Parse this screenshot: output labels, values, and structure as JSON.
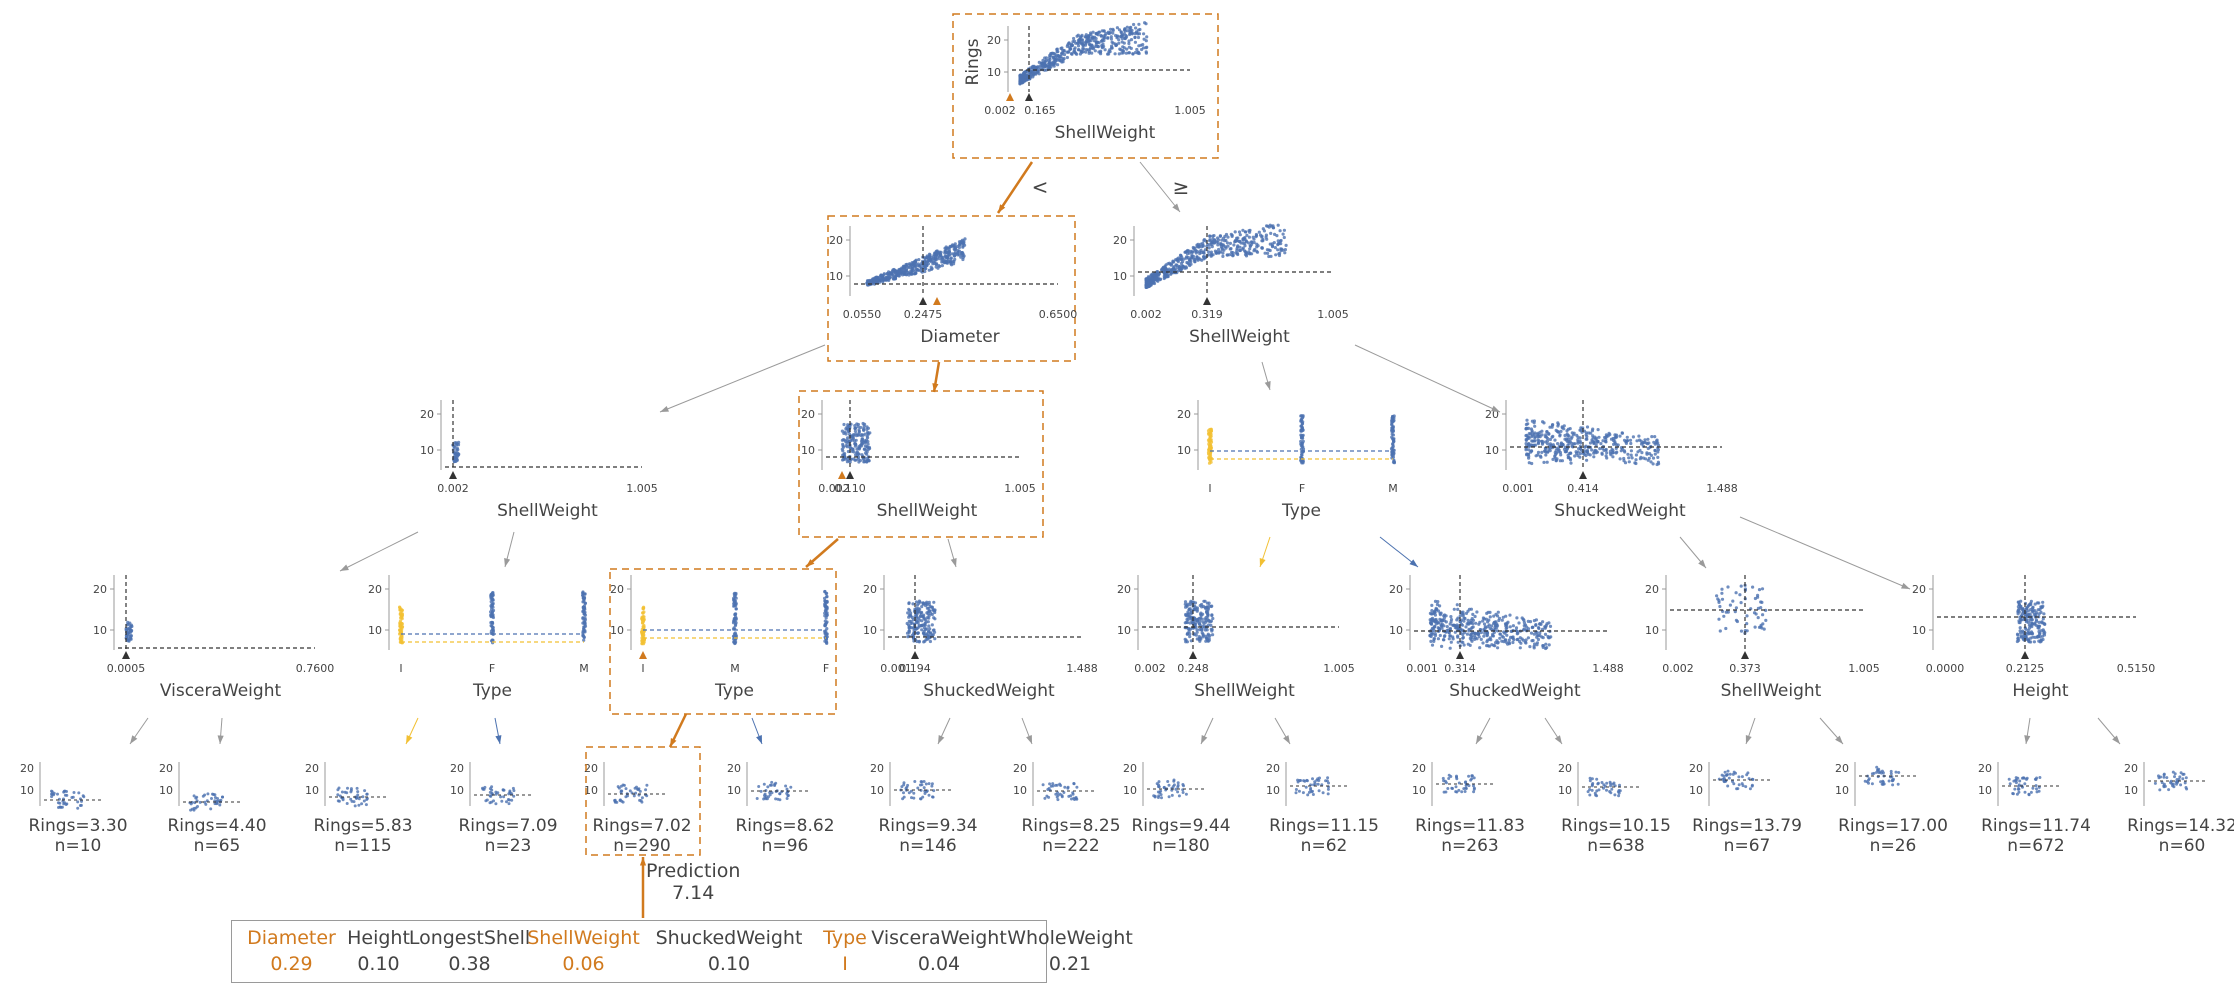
{
  "tree": {
    "root": {
      "xlabel": "ShellWeight",
      "ylabel": "Rings",
      "xticks": [
        "0.002",
        "0.165",
        "1.005"
      ],
      "yticks": [
        "10",
        "20"
      ],
      "x_input": "0.06"
    },
    "n_lt": {
      "xlabel": "Diameter",
      "xticks": [
        "0.0550",
        "0.2475",
        "0.6500"
      ],
      "yticks": [
        "10",
        "20"
      ],
      "x_input": "0.29"
    },
    "n_ge": {
      "xlabel": "ShellWeight",
      "xticks": [
        "0.002",
        "0.319",
        "1.005"
      ],
      "yticks": [
        "10",
        "20"
      ]
    },
    "n_ll": {
      "xlabel": "ShellWeight",
      "xticks": [
        "0.002",
        "1.005"
      ],
      "yticks": [
        "10",
        "20"
      ]
    },
    "n_lr": {
      "xlabel": "ShellWeight",
      "xticks": [
        "0.002",
        "0.110",
        "1.005"
      ],
      "yticks": [
        "10",
        "20"
      ],
      "x_input": "0.06"
    },
    "n_gl": {
      "xlabel": "Type",
      "xticks": [
        "I",
        "F",
        "M"
      ],
      "yticks": [
        "10",
        "20"
      ]
    },
    "n_gr": {
      "xlabel": "ShuckedWeight",
      "xticks": [
        "0.001",
        "0.414",
        "1.488"
      ],
      "yticks": [
        "10",
        "20"
      ]
    },
    "l3_1": {
      "xlabel": "VisceraWeight",
      "xticks": [
        "0.0005",
        "0.7600"
      ],
      "yticks": [
        "10",
        "20"
      ]
    },
    "l3_2": {
      "xlabel": "Type",
      "xticks": [
        "I",
        "F",
        "M"
      ],
      "yticks": [
        "10",
        "20"
      ]
    },
    "l3_3": {
      "xlabel": "Type",
      "xticks": [
        "I",
        "M",
        "F"
      ],
      "yticks": [
        "10",
        "20"
      ]
    },
    "l3_4": {
      "xlabel": "ShuckedWeight",
      "xticks": [
        "0.001",
        "0.194",
        "1.488"
      ],
      "yticks": [
        "10",
        "20"
      ]
    },
    "l3_5": {
      "xlabel": "ShellWeight",
      "xticks": [
        "0.002",
        "0.248",
        "1.005"
      ],
      "yticks": [
        "10",
        "20"
      ]
    },
    "l3_6": {
      "xlabel": "ShuckedWeight",
      "xticks": [
        "0.001",
        "0.314",
        "1.488"
      ],
      "yticks": [
        "10",
        "20"
      ]
    },
    "l3_7": {
      "xlabel": "ShellWeight",
      "xticks": [
        "0.002",
        "0.373",
        "1.005"
      ],
      "yticks": [
        "10",
        "20"
      ]
    },
    "l3_8": {
      "xlabel": "Height",
      "xticks": [
        "0.0000",
        "0.2125",
        "0.5150"
      ],
      "yticks": [
        "10",
        "20"
      ]
    },
    "split_lt": "<",
    "split_ge": "≥"
  },
  "leaves": [
    {
      "rings": "Rings=3.30",
      "n": "n=10"
    },
    {
      "rings": "Rings=4.40",
      "n": "n=65"
    },
    {
      "rings": "Rings=5.83",
      "n": "n=115"
    },
    {
      "rings": "Rings=7.09",
      "n": "n=23"
    },
    {
      "rings": "Rings=7.02",
      "n": "n=290"
    },
    {
      "rings": "Rings=8.62",
      "n": "n=96"
    },
    {
      "rings": "Rings=9.34",
      "n": "n=146"
    },
    {
      "rings": "Rings=8.25",
      "n": "n=222"
    },
    {
      "rings": "Rings=9.44",
      "n": "n=180"
    },
    {
      "rings": "Rings=11.15",
      "n": "n=62"
    },
    {
      "rings": "Rings=11.83",
      "n": "n=263"
    },
    {
      "rings": "Rings=10.15",
      "n": "n=638"
    },
    {
      "rings": "Rings=13.79",
      "n": "n=67"
    },
    {
      "rings": "Rings=17.00",
      "n": "n=26"
    },
    {
      "rings": "Rings=11.74",
      "n": "n=672"
    },
    {
      "rings": "Rings=14.32",
      "n": "n=60"
    }
  ],
  "prediction": {
    "label": "Prediction",
    "value": "7.14"
  },
  "instance": {
    "columns": [
      {
        "name": "Diameter",
        "value": "0.29",
        "highlight": true
      },
      {
        "name": "Height",
        "value": "0.10",
        "highlight": false
      },
      {
        "name": "LongestShell",
        "value": "0.38",
        "highlight": false
      },
      {
        "name": "ShellWeight",
        "value": "0.06",
        "highlight": true
      },
      {
        "name": "ShuckedWeight",
        "value": "0.10",
        "highlight": false
      },
      {
        "name": "Type",
        "value": "I",
        "highlight": true
      },
      {
        "name": "VisceraWeight",
        "value": "0.04",
        "highlight": false
      },
      {
        "name": "WholeWeight",
        "value": "0.21",
        "highlight": false
      }
    ]
  },
  "colors": {
    "path": "#d17a1e",
    "points": "#4c72b0",
    "infant": "#f2c033",
    "text": "#444444",
    "edge": "#9a9a9a"
  }
}
